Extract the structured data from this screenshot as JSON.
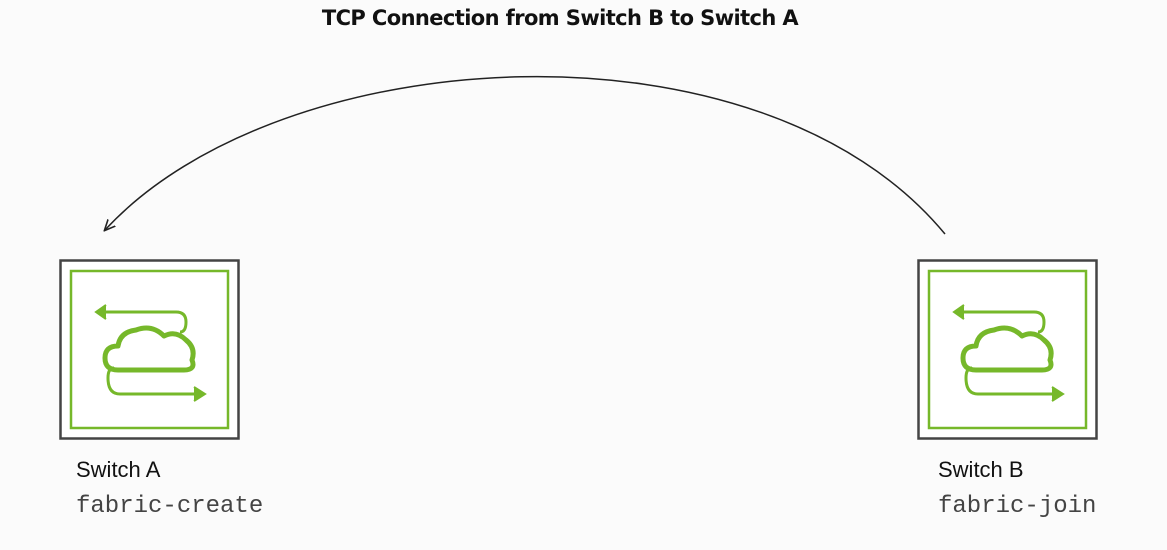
{
  "title": "TCP Connection from Switch B to Switch A",
  "switch_a": {
    "name": "Switch A",
    "command": "fabric-create"
  },
  "switch_b": {
    "name": "Switch B",
    "command": "fabric-join"
  },
  "colors": {
    "accent_green": "#76b82a",
    "box_border": "#444444",
    "arrow": "#222222"
  },
  "icons": {
    "switch_icon": "cloud-with-sync-arrows-icon"
  }
}
